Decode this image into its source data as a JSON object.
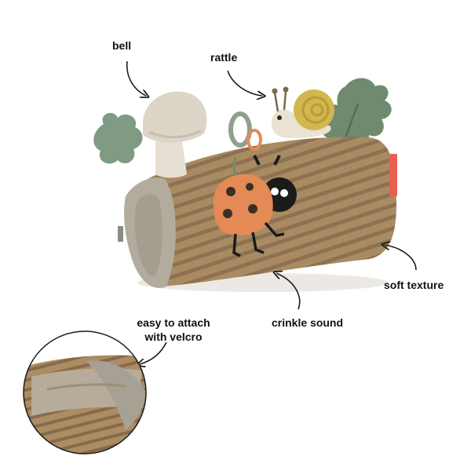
{
  "annotations": {
    "bell": "bell",
    "rattle": "rattle",
    "soft_texture": "soft texture",
    "crinkle_sound": "crinkle sound",
    "velcro_line1": "easy to attach",
    "velcro_line2": "with velcro"
  },
  "colors": {
    "corduroy": "#a98b63",
    "corduroy_dark": "#8e7150",
    "lining": "#b2ab9e",
    "ladybug": "#e48a55",
    "leaf": "#6f8a6e",
    "snail_shell": "#d4b64e",
    "mushroom_cap": "#dcd5c8",
    "tag": "#e85f52",
    "arrow": "#1b1b1b"
  },
  "icons": {
    "arrow": "curved-arrow-icon"
  }
}
